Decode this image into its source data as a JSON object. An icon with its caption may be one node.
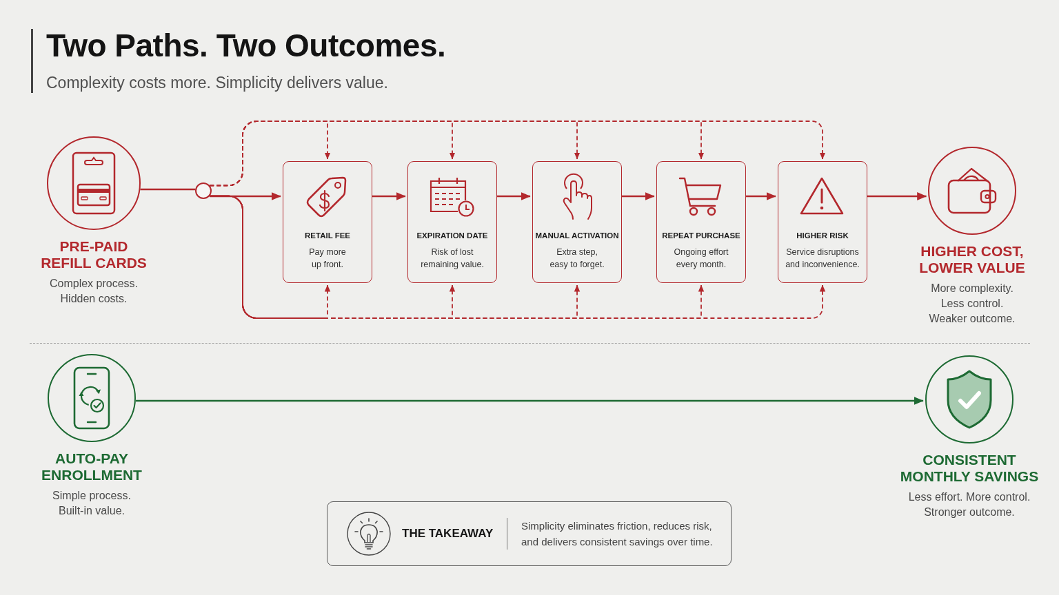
{
  "diagram": {
    "title": "Two Paths. Two Outcomes.",
    "nodes": [
      {
        "text": [
          "PRE-PAID REFILL CARDS",
          "Complex process. Hidden costs."
        ]
      },
      {
        "text": [],
        "shape": "circle"
      },
      {
        "text": [
          "RETAIL FEE",
          "Pay more up front."
        ]
      },
      {
        "text": [
          "EXPIRATION DATE",
          "Risk of lost remaining value."
        ]
      },
      {
        "text": [
          "MANUAL ACTIVATION",
          "Extra step, easy to forget."
        ]
      },
      {
        "text": [
          "REPEAT PURCHASE",
          "Ongoing effort every month."
        ]
      },
      {
        "text": [
          "HIGHER RISK",
          "Service disruptions and inconvenience."
        ]
      },
      {
        "text": [
          "HIGHER COST, LOWER VALUE",
          "More complexity. Less control. Weaker outcome."
        ]
      },
      {
        "text": [
          "AUTO-PAY ENROLLMENT",
          "Simple process. Built-in value."
        ]
      },
      {
        "text": [
          "CONSISTENT MONTHLY SAVINGS",
          "Less effort. More control. Stronger outcome."
        ]
      },
      {
        "text": [
          "THE TAKEAWAY",
          "Simplicity eliminates friction, reduces risk, and delivers consistent savings over time."
        ]
      }
    ],
    "edges": [
      {
        "from": 0,
        "to": 1,
        "arrow": "none"
      },
      {
        "from": 1,
        "to": 2,
        "arrow": "to"
      },
      {
        "from": 2,
        "to": 3,
        "arrow": "to"
      },
      {
        "from": 3,
        "to": 4,
        "arrow": "to"
      },
      {
        "from": 4,
        "to": 5,
        "arrow": "to"
      },
      {
        "from": 5,
        "to": 6,
        "arrow": "to"
      },
      {
        "from": 6,
        "to": 7,
        "arrow": "to"
      },
      {
        "from": 1,
        "to": 2,
        "arrow": "to",
        "style": "dashed"
      },
      {
        "from": 1,
        "to": 3,
        "arrow": "to",
        "style": "dashed"
      },
      {
        "from": 1,
        "to": 4,
        "arrow": "to",
        "style": "dashed"
      },
      {
        "from": 1,
        "to": 5,
        "arrow": "to",
        "style": "dashed"
      },
      {
        "from": 1,
        "to": 6,
        "arrow": "to",
        "style": "dashed"
      },
      {
        "from": 1,
        "to": 2,
        "arrow": "to",
        "style": "dashed"
      },
      {
        "from": 1,
        "to": 3,
        "arrow": "to",
        "style": "dashed"
      },
      {
        "from": 1,
        "to": 4,
        "arrow": "to",
        "style": "dashed"
      },
      {
        "from": 1,
        "to": 5,
        "arrow": "to",
        "style": "dashed"
      },
      {
        "from": 1,
        "to": 6,
        "arrow": "to",
        "style": "dashed"
      },
      {
        "from": 8,
        "to": 9,
        "arrow": "to",
        "color": "#1d6a33"
      }
    ],
    "labels": [
      "Complexity costs more. Simplicity delivers value."
    ]
  }
}
